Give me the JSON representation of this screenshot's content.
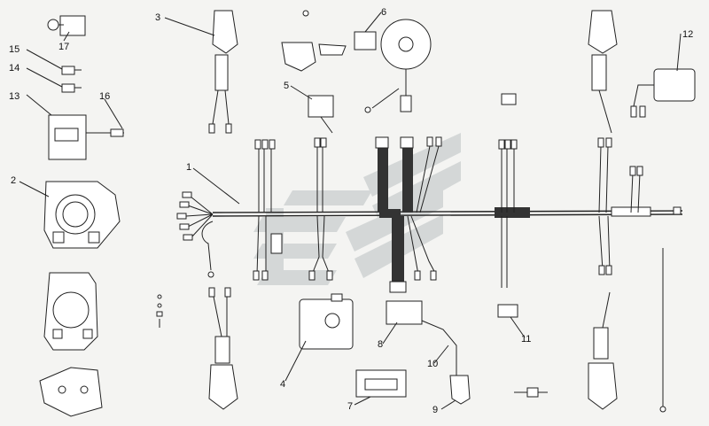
{
  "callouts": [
    {
      "id": "1",
      "label": "1"
    },
    {
      "id": "2",
      "label": "2"
    },
    {
      "id": "3",
      "label": "3"
    },
    {
      "id": "4",
      "label": "4"
    },
    {
      "id": "5",
      "label": "5"
    },
    {
      "id": "6",
      "label": "6"
    },
    {
      "id": "7",
      "label": "7"
    },
    {
      "id": "8",
      "label": "8"
    },
    {
      "id": "9",
      "label": "9"
    },
    {
      "id": "10",
      "label": "10"
    },
    {
      "id": "11",
      "label": "11"
    },
    {
      "id": "12",
      "label": "12"
    },
    {
      "id": "13",
      "label": "13"
    },
    {
      "id": "14",
      "label": "14"
    },
    {
      "id": "15",
      "label": "15"
    },
    {
      "id": "16",
      "label": "16"
    },
    {
      "id": "17",
      "label": "17"
    }
  ],
  "watermark": {
    "color": "#9aa4a8"
  }
}
